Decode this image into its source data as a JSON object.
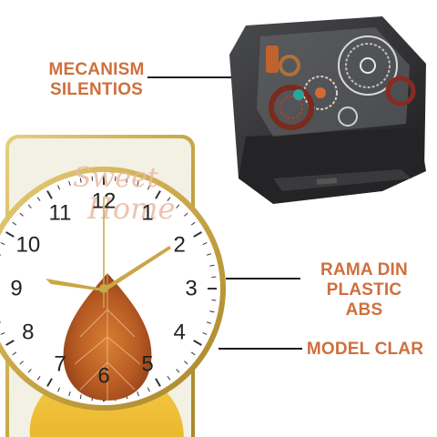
{
  "colors": {
    "label": "#cf6f3c",
    "gold": "#c9a646",
    "leaf": "#c86a2a",
    "dial": "#ffffff",
    "panel": "#f1efdf",
    "movement_case": "#2e2e30"
  },
  "labels": {
    "mechanism": {
      "line1": "MECANISM",
      "line2": "SILENTIOS"
    },
    "frame": {
      "line1": "RAMA DIN",
      "line2": "PLASTIC ABS"
    },
    "model": {
      "line1": "MODEL CLAR"
    }
  },
  "clock": {
    "numerals": [
      "12",
      "1",
      "2",
      "3",
      "4",
      "5",
      "6",
      "7",
      "8",
      "9",
      "10",
      "11"
    ],
    "watermark": [
      "Sweet",
      "Home"
    ]
  },
  "icons": {
    "movement": "clock-movement-mechanism-image",
    "clock": "wall-clock-product-image"
  }
}
